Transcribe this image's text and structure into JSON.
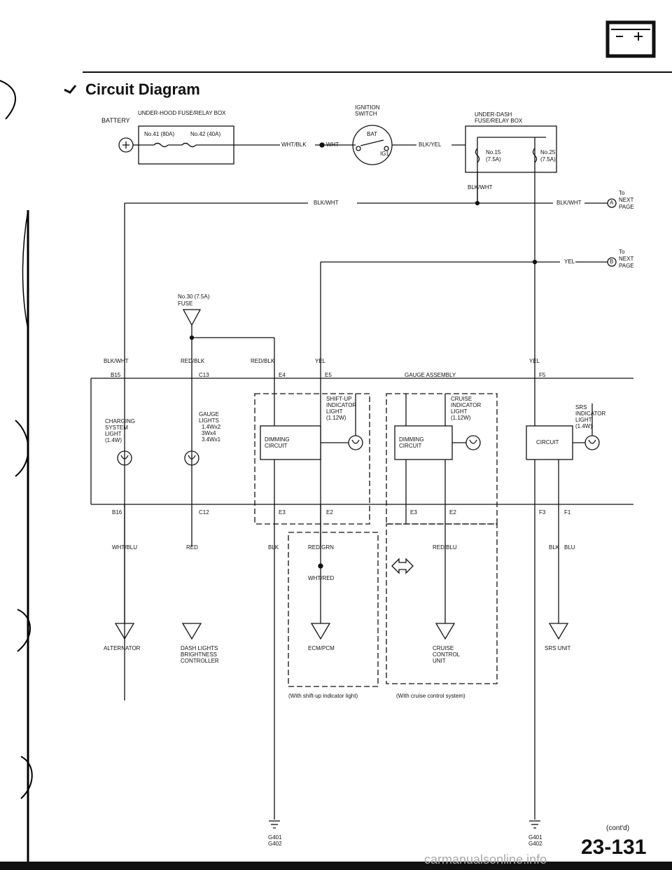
{
  "header": {
    "title": "Circuit Diagram",
    "page_number": "23-131",
    "contd": "(cont'd)",
    "watermark": "carmanualsonline.info"
  },
  "top": {
    "battery": "BATTERY",
    "hood_box": "UNDER-HOOD FUSE/RELAY BOX",
    "fuse41": "No.41 (80A)",
    "fuse42": "No.42 (40A)",
    "wire_whtblk": "WHT/BLK",
    "wire_wht": "WHT",
    "ign_line1": "IGNITION",
    "ign_line2": "SWITCH",
    "bat": "BAT",
    "ig1": "IG1",
    "wire_blkyel": "BLK/YEL",
    "dash_box_line1": "UNDER-DASH",
    "dash_box_line2": "FUSE/RELAY BOX",
    "fuse15a": "No.15",
    "fuse15b": "(7.5A)",
    "fuse25a": "No.25",
    "fuse25b": "(7.5A)",
    "wire_blkwht": "BLK/WHT",
    "wire_yel": "YEL",
    "to": "To",
    "next": "NEXT",
    "page": "PAGE",
    "conn_a": "A",
    "conn_b": "B"
  },
  "mid": {
    "fuse30a": "No.30 (7.5A)",
    "fuse30b": "FUSE",
    "wire_redblk": "RED/BLK",
    "gauge_assembly": "GAUGE ASSEMBLY",
    "b15": "B15",
    "c13": "C13",
    "e4": "E4",
    "e5": "E5",
    "f5": "F5",
    "b16": "B16",
    "c12": "C12",
    "e3": "E3",
    "e2": "E2",
    "f3": "F3",
    "f1": "F1",
    "charging": [
      "CHARGING",
      "SYSTEM",
      "LIGHT",
      "(1.4W)"
    ],
    "gauge_lights": [
      "GAUGE",
      "LIGHTS",
      "1.4Wx2",
      "3Wx4",
      "3.4Wx1"
    ],
    "shiftup": [
      "SHIFT-UP",
      "INDICATOR",
      "LIGHT",
      "(1.12W)"
    ],
    "cruise": [
      "CRUISE",
      "INDICATOR",
      "LIGHT",
      "(1.12W)"
    ],
    "srs": [
      "SRS",
      "INDICATOR",
      "LIGHT",
      "(1.4W)"
    ],
    "dimming": [
      "DIMMING",
      "CIRCUIT"
    ],
    "circuit": "CIRCUIT"
  },
  "bottom": {
    "wire_whtblu": "WHT/BLU",
    "wire_red": "RED",
    "wire_blk": "BLK",
    "wire_redgrn": "RED/GRN",
    "wire_whtred": "WHT/RED",
    "wire_redblu": "RED/BLU",
    "wire_blu": "BLU",
    "alternator": "ALTERNATOR",
    "dash_ctrl": [
      "DASH LIGHTS",
      "BRIGHTNESS",
      "CONTROLLER"
    ],
    "ecm": "ECM/PCM",
    "cruise_unit": [
      "CRUISE",
      "CONTROL",
      "UNIT"
    ],
    "srs_unit": "SRS UNIT",
    "note_shift": "(With shift-up indicator light)",
    "note_cruise": "(With cruise control system)",
    "g401": "G401",
    "g402": "G402"
  }
}
